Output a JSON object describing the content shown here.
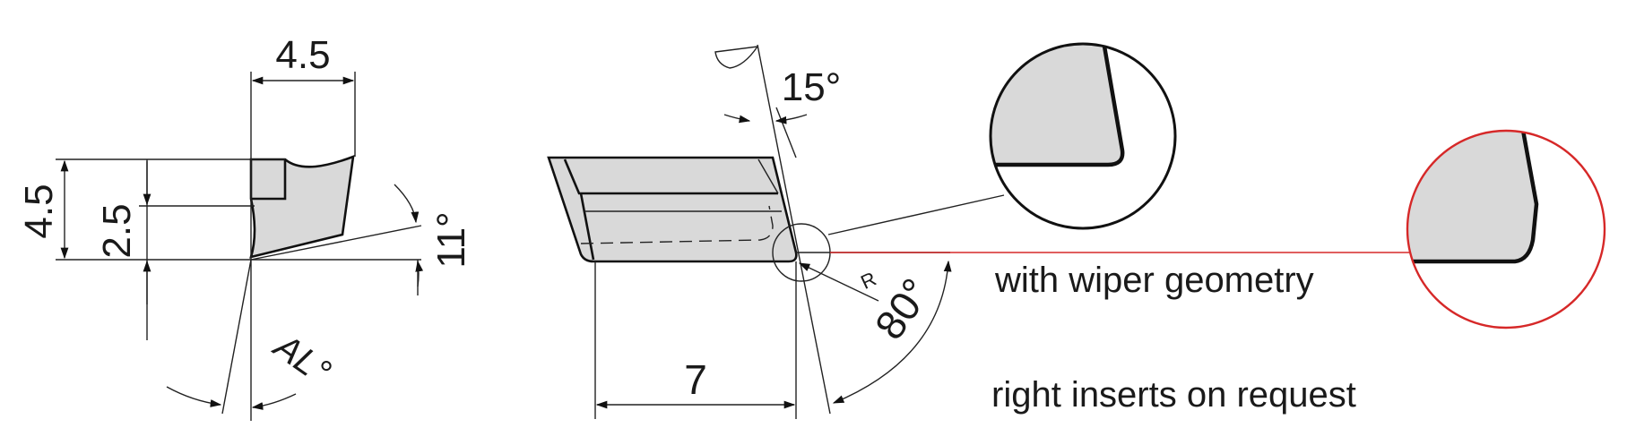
{
  "side_view": {
    "dim_width_top": "4.5",
    "dim_height_total": "4.5",
    "dim_height_cut": "2.5",
    "angle_clearance": "11°",
    "angle_relief": "AL°"
  },
  "front_view": {
    "angle_rake": "15°",
    "dim_length": "7",
    "radius_label": "R",
    "angle_point": "80°"
  },
  "notes": {
    "wiper": "with wiper geometry",
    "right_inserts": "right inserts on request"
  },
  "colors": {
    "line": "#1a1a1a",
    "insert_fill": "#d9d9d9",
    "wiper_highlight": "#d62828"
  }
}
